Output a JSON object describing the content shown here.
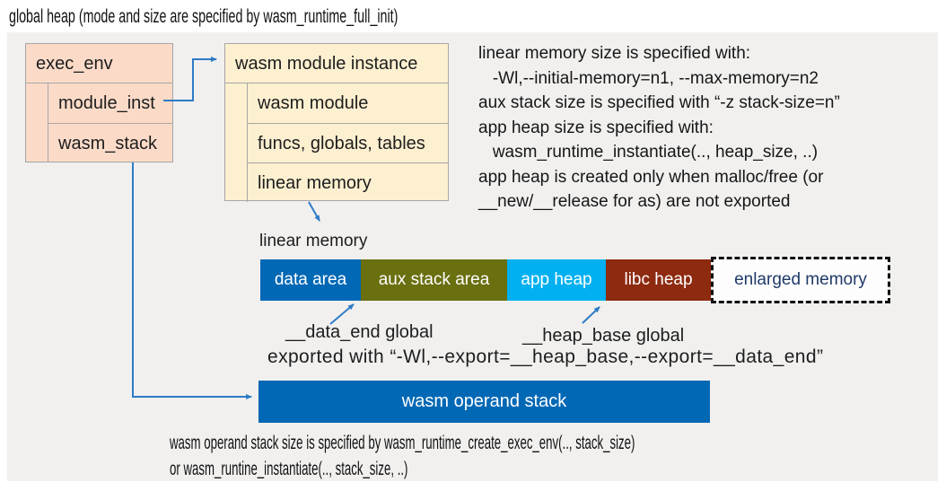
{
  "title": "global heap (mode and size are specified by wasm_runtime_full_init)",
  "exec_env": {
    "title": "exec_env",
    "fields": [
      "module_inst",
      "wasm_stack"
    ]
  },
  "module_instance": {
    "title": "wasm module instance",
    "fields": [
      "wasm module",
      "funcs, globals, tables",
      "linear memory"
    ]
  },
  "notes": {
    "memory_config": "linear memory size is specified with:\n   -Wl,--initial-memory=n1, --max-memory=n2\naux stack size is specified with “-z stack-size=n”\napp heap size is specified with:\n   wasm_runtime_instantiate(.., heap_size, ..)\napp heap is created only when malloc/free (or\n__new/__release for as) are not exported",
    "export_note": "exported with “-Wl,--export=__heap_base,--export=__data_end”",
    "operand_stack_note": "wasm operand stack size is specified by wasm_runtime_create_exec_env(.., stack_size)\nor wasm_runtine_instantiate(.., stack_size, ..)"
  },
  "linear_memory": {
    "label": "linear memory",
    "segments": [
      {
        "label": "data area",
        "color": "#0068b5"
      },
      {
        "label": "aux stack area",
        "color": "#6a6f10"
      },
      {
        "label": "app heap",
        "color": "#00b0f0"
      },
      {
        "label": "libc heap",
        "color": "#8d2a10"
      }
    ],
    "enlarged": {
      "label": "enlarged memory",
      "text_color": "#1f3a68"
    },
    "data_end_label": "__data_end global",
    "heap_base_label": "__heap_base global"
  },
  "operand_stack": {
    "label": "wasm operand stack",
    "color": "#0068b5"
  },
  "colors": {
    "panel_bg": "#f1f0ef",
    "exec_env_fill": "#fbdbc8",
    "module_instance_fill": "#fdf0d0",
    "arrow": "#2e7bc6"
  }
}
